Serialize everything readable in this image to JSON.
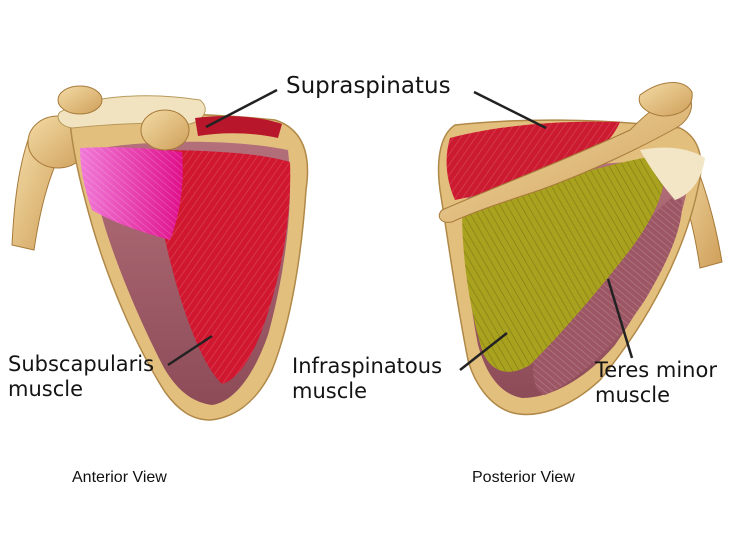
{
  "labels": {
    "supraspinatus": "Supraspinatus",
    "subscapularis": {
      "line1": "Subscapularis",
      "line2": "muscle"
    },
    "infraspinatous": {
      "line1": "Infraspinatous",
      "line2": "muscle"
    },
    "teres_minor": {
      "line1": "Teres minor",
      "line2": "muscle"
    }
  },
  "captions": {
    "anterior": "Anterior View",
    "posterior": "Posterior View"
  },
  "colors": {
    "bone": "#e8c98a",
    "muscle_red": "#d0172f",
    "subscapularis_highlight": "#e0167a",
    "infraspinatus_olive": "#a9a21f",
    "tendon": "#f2e6c6",
    "leader_line": "#222222"
  }
}
